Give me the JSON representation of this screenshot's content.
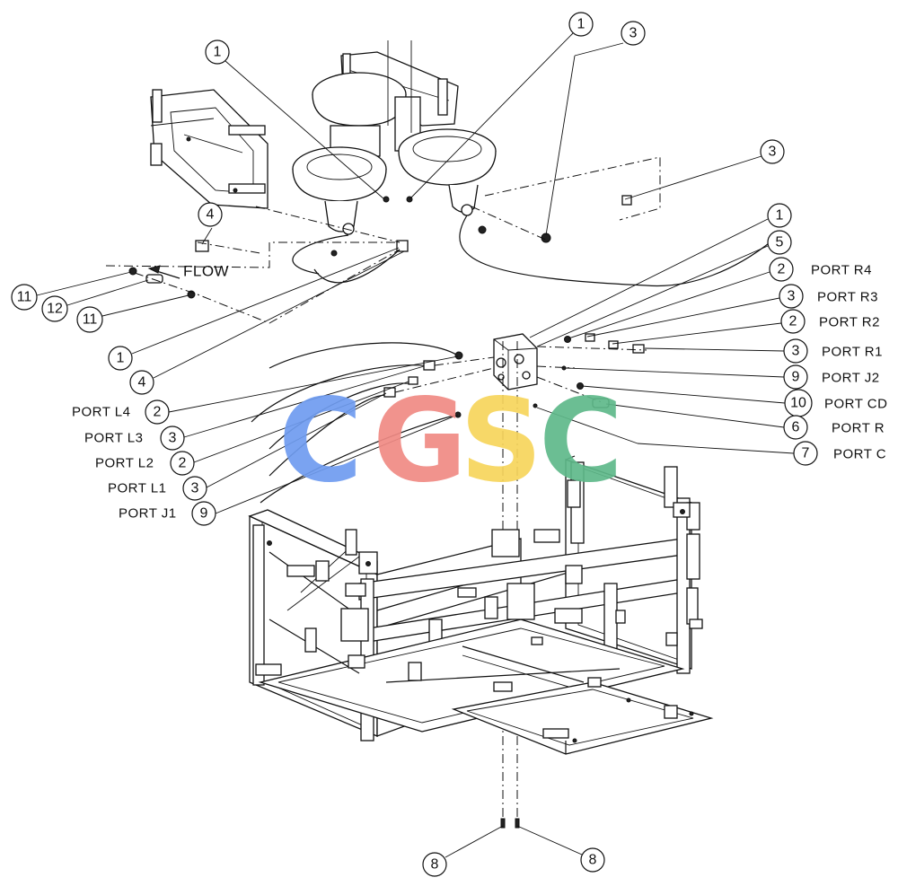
{
  "flow_label": "FLOW",
  "watermark": {
    "letters": [
      {
        "char": "C",
        "color": "#6f9cf0"
      },
      {
        "char": "G",
        "color": "#f08a84"
      },
      {
        "char": "S",
        "color": "#f7d55c"
      },
      {
        "char": "C",
        "color": "#5fb98a"
      }
    ]
  },
  "balloons": [
    {
      "num": "1"
    },
    {
      "num": "1"
    },
    {
      "num": "3"
    },
    {
      "num": "3"
    },
    {
      "num": "4"
    },
    {
      "num": "11"
    },
    {
      "num": "12"
    },
    {
      "num": "11"
    },
    {
      "num": "1"
    },
    {
      "num": "4"
    },
    {
      "num": "1"
    },
    {
      "num": "5"
    },
    {
      "num": "2"
    },
    {
      "num": "3"
    },
    {
      "num": "2"
    },
    {
      "num": "3"
    },
    {
      "num": "9"
    },
    {
      "num": "10"
    },
    {
      "num": "6"
    },
    {
      "num": "7"
    },
    {
      "num": "2"
    },
    {
      "num": "3"
    },
    {
      "num": "2"
    },
    {
      "num": "3"
    },
    {
      "num": "9"
    },
    {
      "num": "8"
    },
    {
      "num": "8"
    }
  ],
  "port_labels": [
    "PORT R4",
    "PORT R3",
    "PORT R2",
    "PORT R1",
    "PORT J2",
    "PORT CD",
    "PORT R",
    "PORT C",
    "PORT L4",
    "PORT L3",
    "PORT L2",
    "PORT L1",
    "PORT J1"
  ]
}
